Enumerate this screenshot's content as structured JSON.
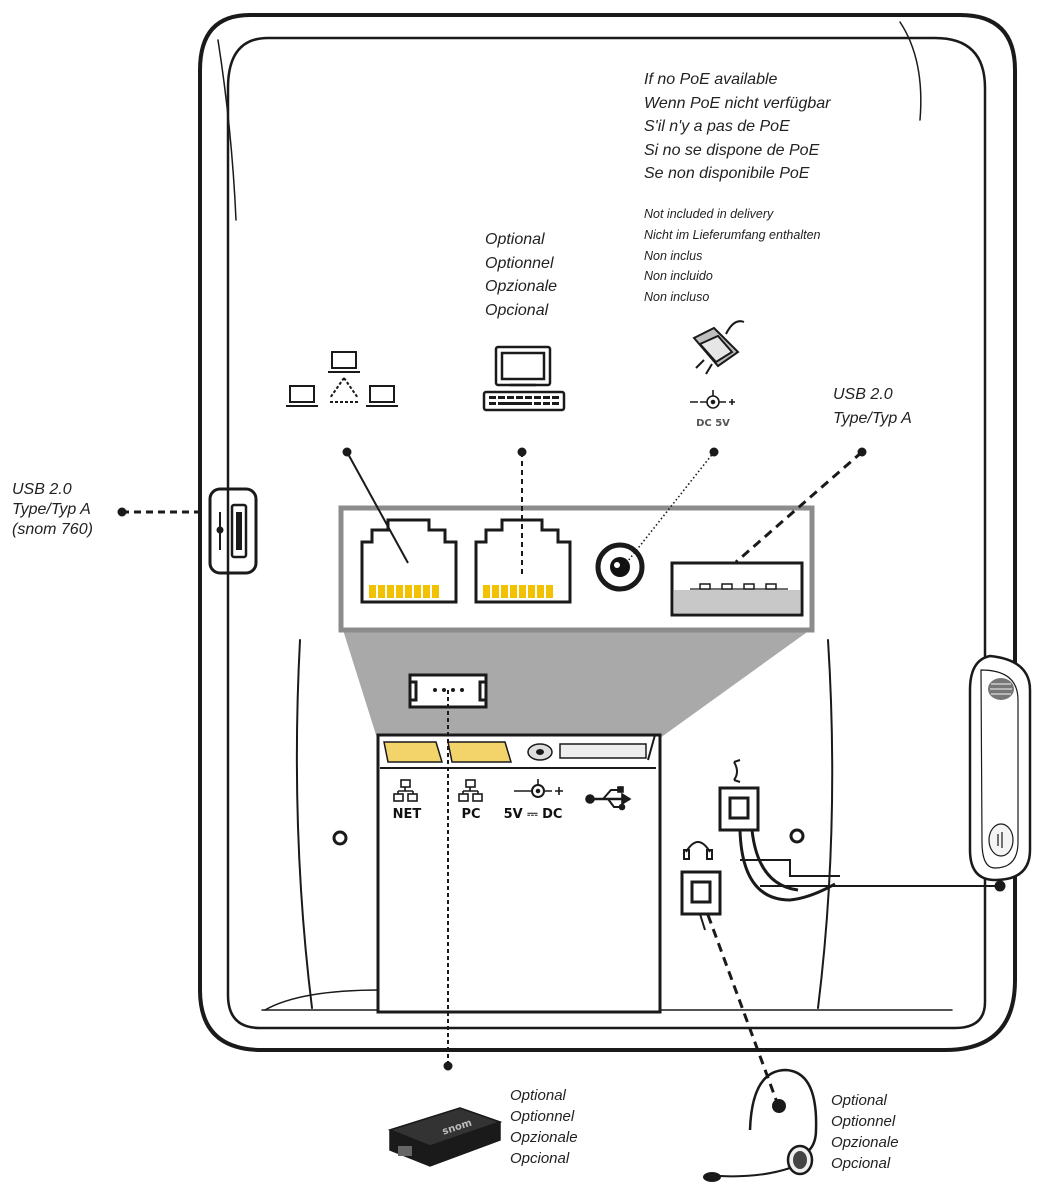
{
  "labels": {
    "poe_note": [
      "If no PoE available",
      "Wenn PoE nicht verfügbar",
      "S'il n'y a pas de PoE",
      "Si no se dispone de PoE",
      "Se non disponibile PoE"
    ],
    "delivery_note": [
      "Not included in delivery",
      "Nicht im Lieferumfang enthalten",
      "Non inclus",
      "Non incluido",
      "Non incluso"
    ],
    "optional_pc": [
      "Optional",
      "Optionnel",
      "Opzionale",
      "Opcional"
    ],
    "usb_rear": [
      "USB 2.0",
      "Type/Typ A"
    ],
    "usb_side": [
      "USB 2.0",
      "Type/Typ A",
      "(snom 760)"
    ],
    "optional_ehs": [
      "Optional",
      "Optionnel",
      "Opzionale",
      "Opcional"
    ],
    "optional_headset": [
      "Optional",
      "Optionnel",
      "Opzionale",
      "Opcional"
    ]
  },
  "ports": {
    "net": "NET",
    "pc": "PC",
    "dc": "5V ⎓ DC",
    "dc_icon": "DC 5V"
  },
  "module_text": "snom",
  "colors": {
    "outline": "#1a1a1a",
    "zoom_panel": "#a9a9a9",
    "zoom_border": "#8c8c8c",
    "pin_yellow": "#f2c200",
    "usb_stripe": "#c8c8c8"
  }
}
